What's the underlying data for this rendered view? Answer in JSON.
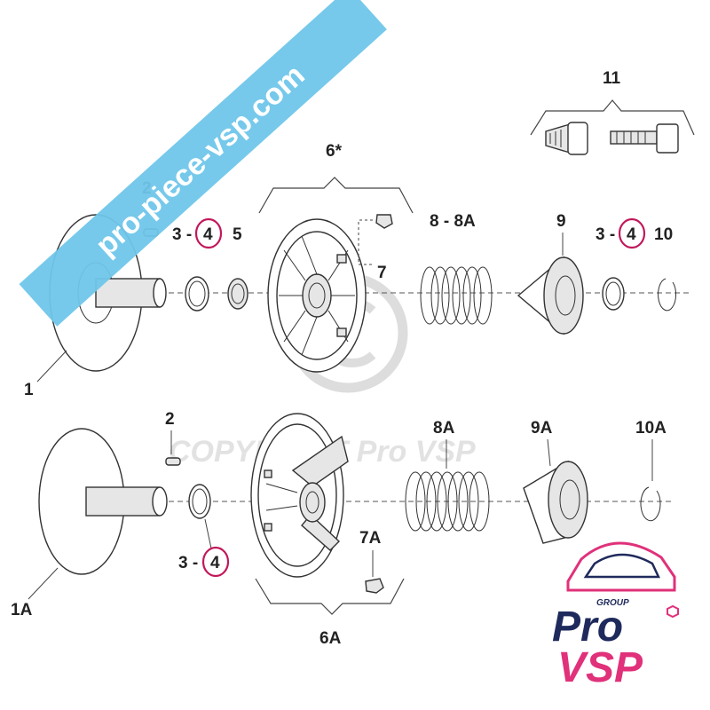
{
  "watermark": {
    "banner_text": "pro-piece-vsp.com",
    "copyright_text": "COPYRIGHT Pro VSP",
    "banner_color": "#6fc6ea"
  },
  "labels": {
    "p1": "1",
    "p2_top": "2",
    "p3_4_left": "3 -",
    "p4_left": "4",
    "p5": "5",
    "p6": "6*",
    "p7": "7",
    "p8": "8 - 8A",
    "p9": "9",
    "p3_4_right": "3 -",
    "p4_right": "4",
    "p10": "10",
    "p11": "11",
    "p1a": "1A",
    "p2_bottom": "2",
    "p3_4_bottom": "3 -",
    "p4_bottom": "4",
    "p6a": "6A",
    "p7a": "7A",
    "p8a": "8A",
    "p9a": "9A",
    "p10a": "10A"
  },
  "logo": {
    "group_text": "GROUP",
    "line1": "Pro",
    "line2": "VSP",
    "navy": "#1f2a5c",
    "pink": "#e0317a"
  },
  "colors": {
    "highlight": "#c2185b"
  }
}
